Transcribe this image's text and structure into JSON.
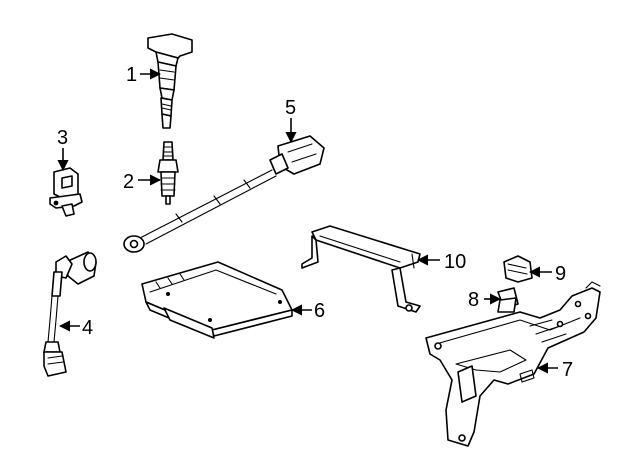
{
  "callouts": {
    "c1": "1",
    "c2": "2",
    "c3": "3",
    "c4": "4",
    "c5": "5",
    "c6": "6",
    "c7": "7",
    "c8": "8",
    "c9": "9",
    "c10": "10"
  },
  "icons": [
    "ignition-coil-icon",
    "spark-plug-icon",
    "camshaft-sensor-icon",
    "crankshaft-sensor-icon",
    "knock-sensor-icon",
    "ecm-icon",
    "bracket-icon",
    "clip-icon",
    "retainer-icon",
    "ecm-bracket-icon"
  ]
}
